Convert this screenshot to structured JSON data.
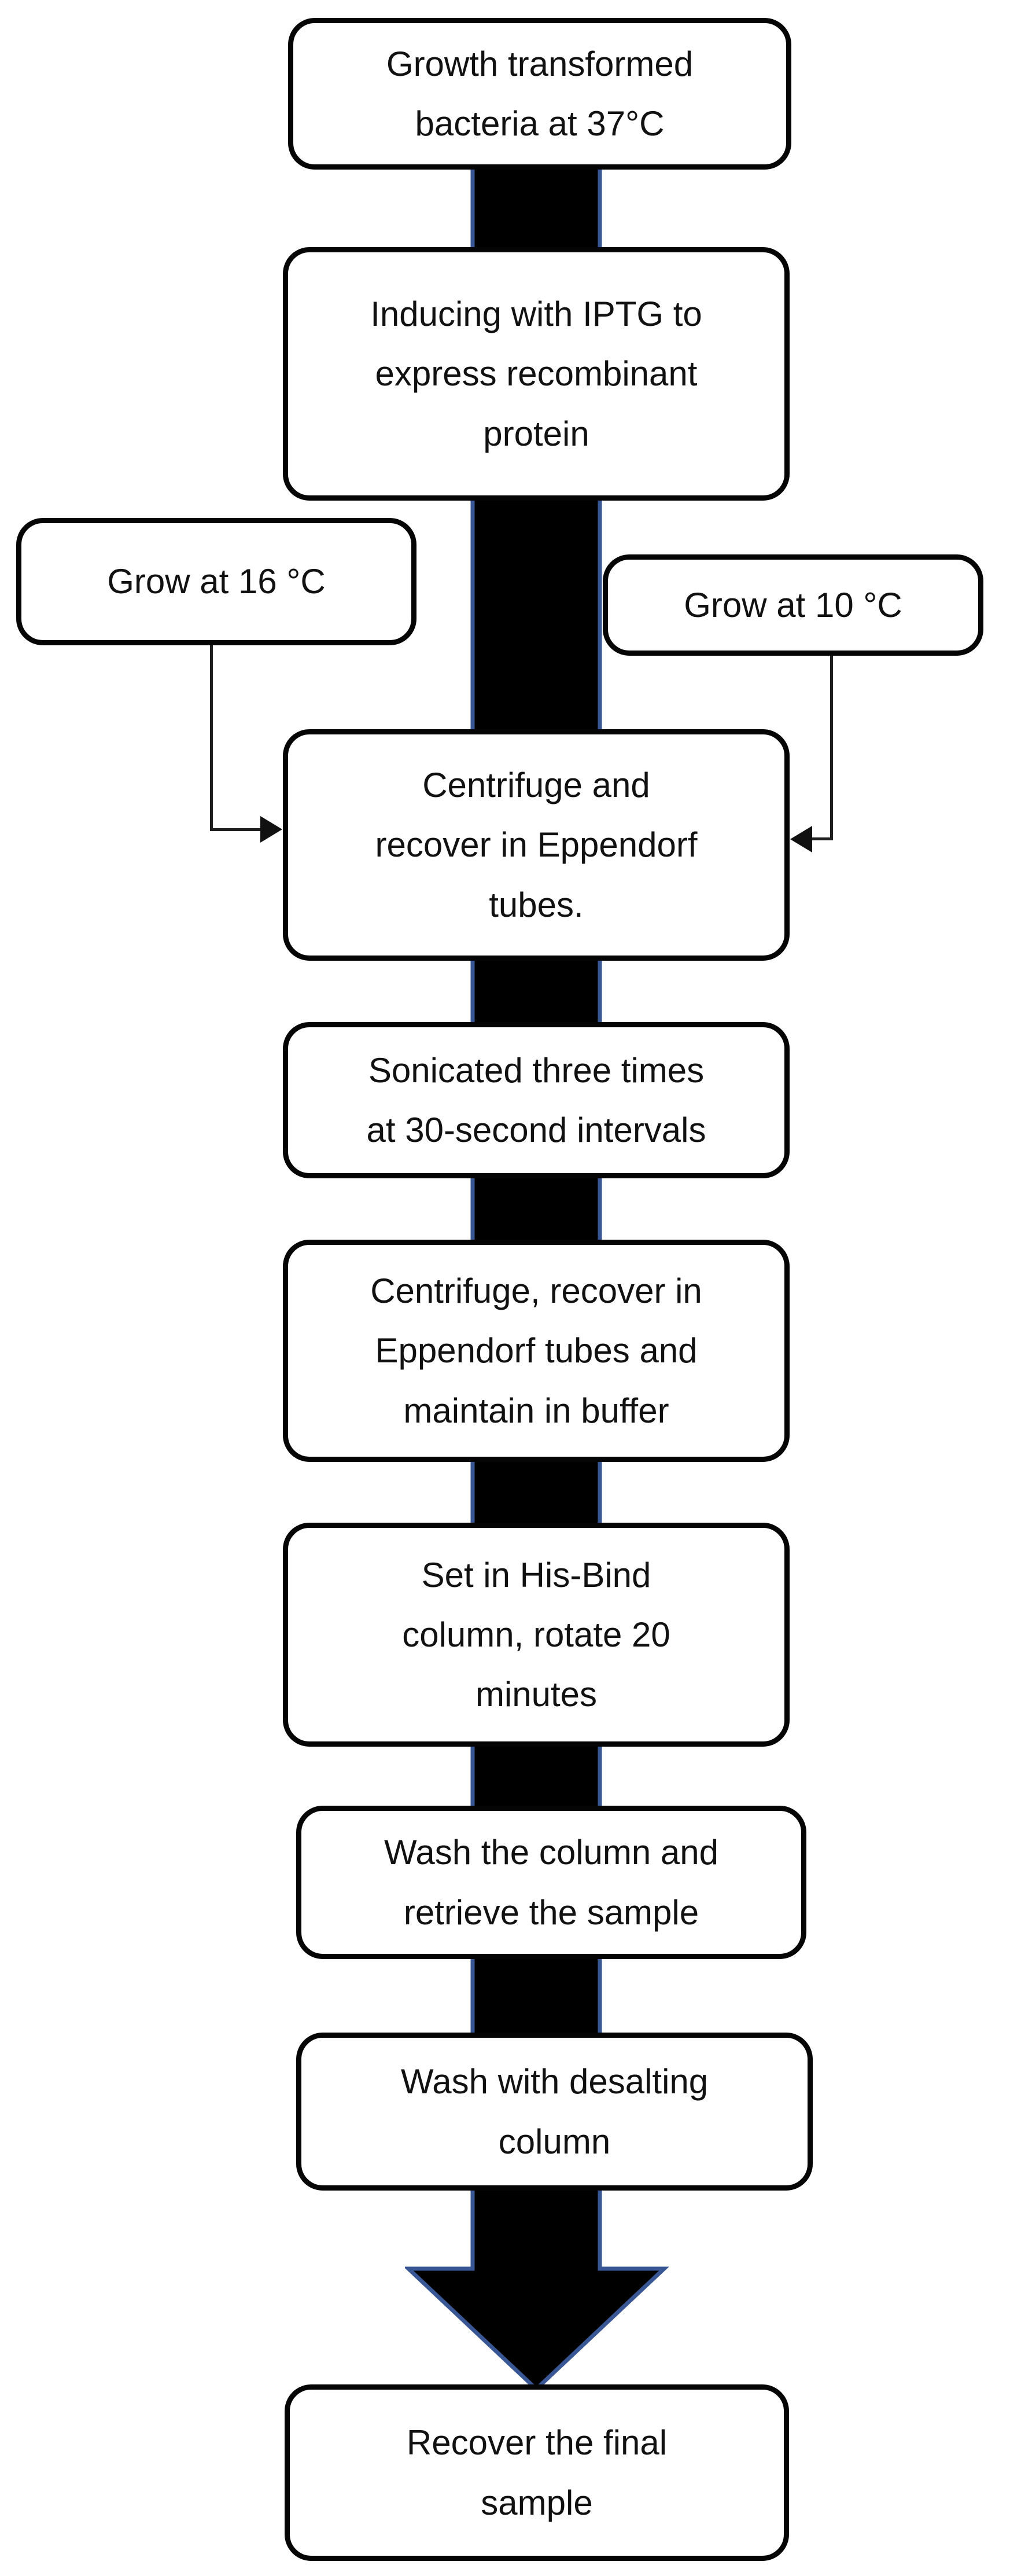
{
  "steps": [
    {
      "lines": [
        "Growth transformed",
        "bacteria at 37°C"
      ]
    },
    {
      "lines": [
        "Inducing with IPTG to",
        "express recombinant",
        "protein"
      ]
    },
    {
      "lines": [
        "Centrifuge and",
        "recover in Eppendorf",
        "tubes."
      ]
    },
    {
      "lines": [
        "Sonicated three times",
        "at 30-second intervals"
      ]
    },
    {
      "lines": [
        "Centrifuge, recover in",
        "Eppendorf tubes and",
        "maintain in buffer"
      ]
    },
    {
      "lines": [
        "Set in His-Bind",
        "column, rotate 20",
        "minutes"
      ]
    },
    {
      "lines": [
        "Wash the column and",
        "retrieve the sample"
      ]
    },
    {
      "lines": [
        "Wash with desalting",
        "column"
      ]
    },
    {
      "lines": [
        "Recover the final",
        "sample"
      ]
    }
  ],
  "branches": {
    "left": {
      "lines": [
        "Grow at 16 °C"
      ]
    },
    "right": {
      "lines": [
        "Grow at 10 °C"
      ]
    }
  },
  "colors": {
    "box_fill": "#ffffff",
    "box_border": "#050505",
    "text": "#111111",
    "main_arrow_fill": "#000000",
    "main_arrow_outline": "#3a5795",
    "connector_line": "#1f1f1f",
    "connector_arrowhead": "#111111"
  }
}
